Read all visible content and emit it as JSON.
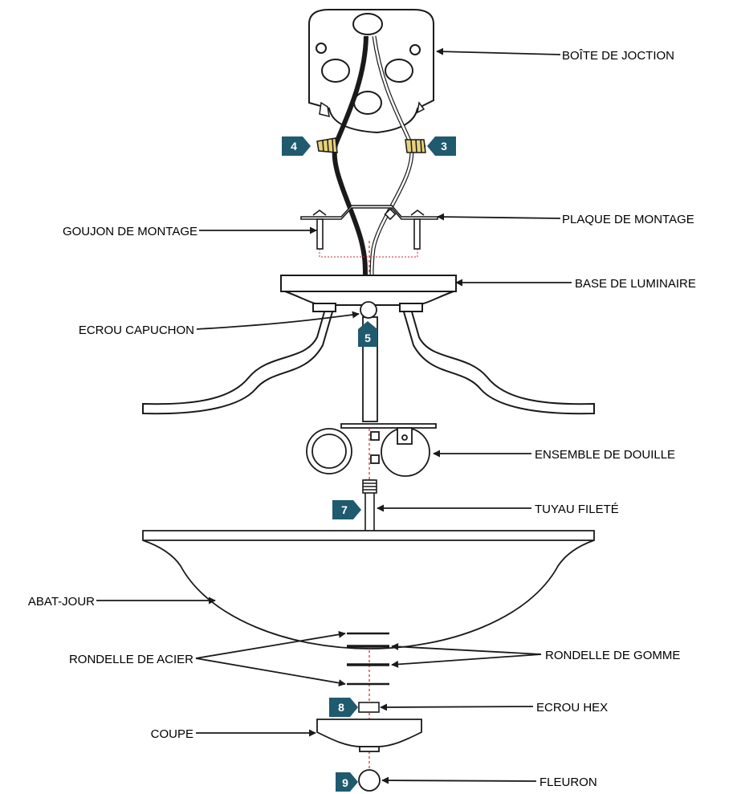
{
  "colors": {
    "badge": "#1f5a6e",
    "line": "#1a1a1a",
    "axis": "#d6232a",
    "wire_black": "#1a1a1a",
    "wire_white": "#ffffff",
    "wire_nut": "#e6d27a"
  },
  "labels": {
    "junction_box": "BOÎTE DE JOCTION",
    "mounting_plate": "PLAQUE DE MONTAGE",
    "mounting_stud": "GOUJON DE MONTAGE",
    "fixture_base": "BASE DE LUMINAIRE",
    "cap_nut": "ECROU CAPUCHON",
    "socket_assembly": "ENSEMBLE DE DOUILLE",
    "threaded_pipe": "TUYAU FILETÉ",
    "shade": "ABAT-JOUR",
    "steel_washer": "RONDELLE DE ACIER",
    "rubber_washer": "RONDELLE DE GOMME",
    "hex_nut": "ECROU HEX",
    "cup": "COUPE",
    "finial": "FLEURON"
  },
  "steps": {
    "step_3": "3",
    "step_4": "4",
    "step_5": "5",
    "step_7": "7",
    "step_8": "8",
    "step_9": "9"
  }
}
